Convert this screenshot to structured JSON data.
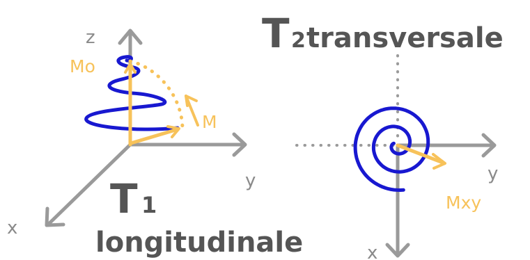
{
  "left_panel": {
    "axis_z": "z",
    "axis_y": "y",
    "axis_x": "x",
    "label_m0": "Mo",
    "label_m": "M",
    "title_symbol": "T",
    "title_subscript": "1",
    "title_word": "longitudinale"
  },
  "right_panel": {
    "title_symbol": "T",
    "title_subscript": "2",
    "title_word": "transversale",
    "axis_y": "y",
    "axis_x": "x",
    "label_mxy": "Mxy"
  },
  "colors": {
    "axis": "#9a9a9a",
    "helix": "#1818d0",
    "vector": "#f7c25a",
    "title": "#555555",
    "axis_text": "#8a8a8a"
  }
}
